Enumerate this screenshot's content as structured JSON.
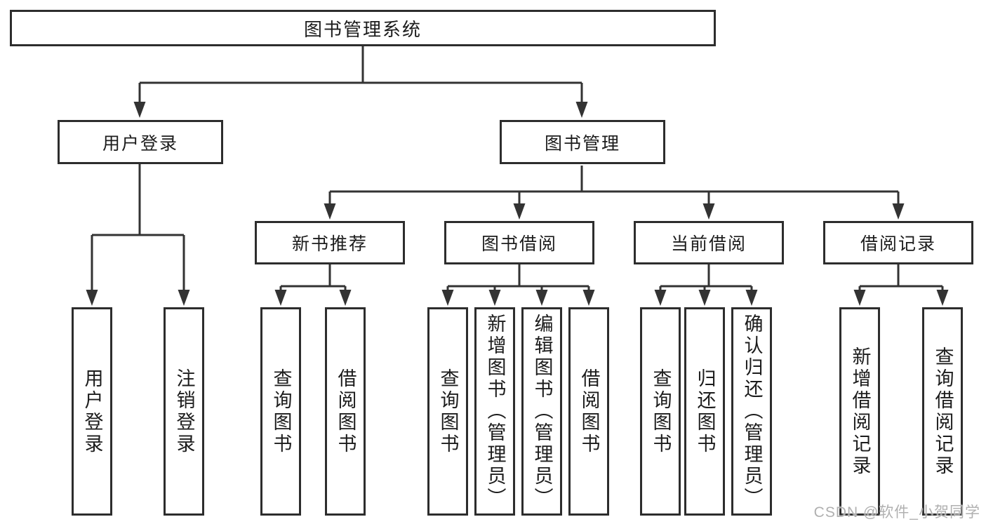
{
  "diagram": {
    "tree": {
      "root": {
        "label": "图书管理系统"
      },
      "branches": [
        {
          "label": "用户登录",
          "children": [
            {
              "label": "用户登录"
            },
            {
              "label": "注销登录"
            }
          ]
        },
        {
          "label": "图书管理",
          "children": [
            {
              "label": "新书推荐",
              "children": [
                {
                  "label": "查询图书"
                },
                {
                  "label": "借阅图书"
                }
              ]
            },
            {
              "label": "图书借阅",
              "children": [
                {
                  "label": "查询图书"
                },
                {
                  "label": "新增图书（管理员）"
                },
                {
                  "label": "编辑图书（管理员）"
                },
                {
                  "label": "借阅图书"
                }
              ]
            },
            {
              "label": "当前借阅",
              "children": [
                {
                  "label": "查询图书"
                },
                {
                  "label": "归还图书"
                },
                {
                  "label": "确认归还（管理员）"
                }
              ]
            },
            {
              "label": "借阅记录",
              "children": [
                {
                  "label": "新增借阅记录"
                },
                {
                  "label": "查询借阅记录"
                }
              ]
            }
          ]
        }
      ]
    }
  },
  "watermark": {
    "text": "CSDN @软件_小贺同学"
  },
  "colors": {
    "line": "#333333",
    "border": "#2d2d2d",
    "text": "#1c1c1c",
    "watermark": "#b0b0b0",
    "background": "#ffffff"
  }
}
